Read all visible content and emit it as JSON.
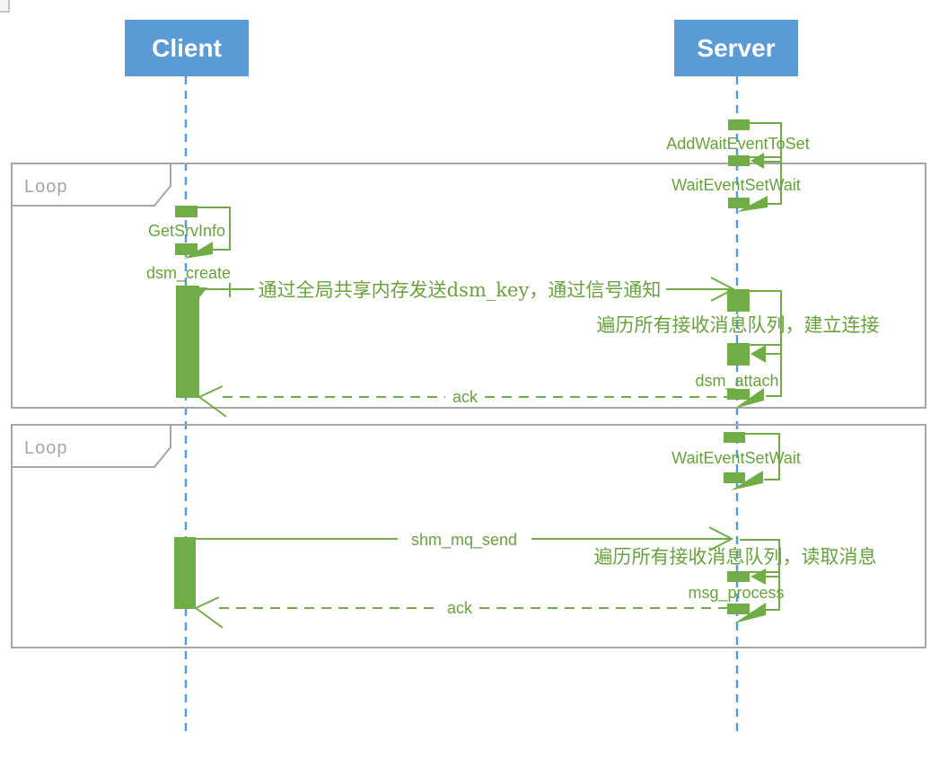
{
  "colors": {
    "green": "#70ad47",
    "blue": "#5b9bd5",
    "frame_gray": "#a6a6a6"
  },
  "actors": [
    {
      "name": "Client"
    },
    {
      "name": "Server"
    }
  ],
  "server_init": {
    "add_wait_event": "AddWaitEventToSet",
    "wait_event_set_wait": "WaitEventSetWait"
  },
  "loop1": {
    "label": "Loop",
    "get_srv_info": "GetSrvInfo",
    "dsm_create": "dsm_create",
    "send_msg": "通过全局共享内存发送dsm_key，通过信号通知",
    "server_note": "遍历所有接收消息队列，建立连接",
    "dsm_attach": "dsm_attach",
    "ack": "ack"
  },
  "loop2": {
    "label": "Loop",
    "wait_event_set_wait": "WaitEventSetWait",
    "shm_mq_send": "shm_mq_send",
    "server_note": "遍历所有接收消息队列，读取消息",
    "msg_process": "msg_process",
    "ack": "ack"
  }
}
